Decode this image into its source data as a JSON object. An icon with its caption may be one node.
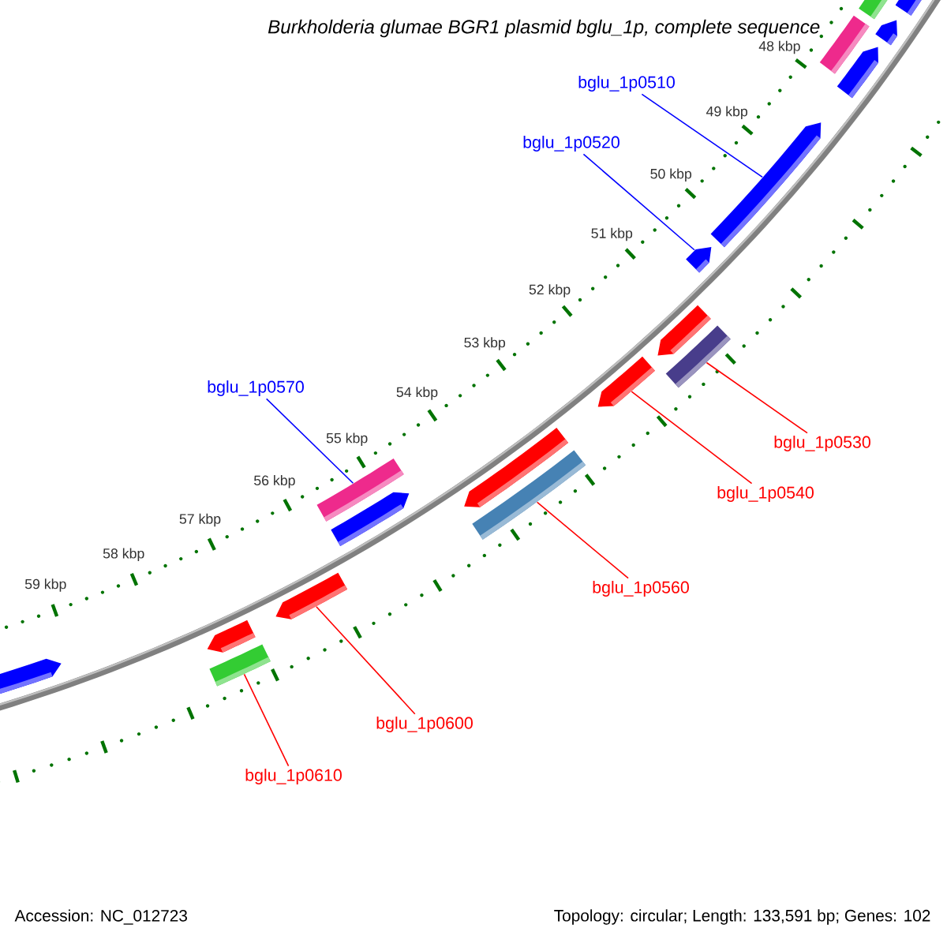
{
  "diagram": {
    "title": "Burkholderia glumae BGR1 plasmid bglu_1p, complete sequence",
    "nodes": [
      {
        "text": [
          "bglu_1p0510"
        ]
      },
      {
        "text": [
          "bglu_1p0520"
        ]
      },
      {
        "text": [
          "bglu_1p0570"
        ]
      },
      {
        "text": [
          "bglu_1p0530"
        ]
      },
      {
        "text": [
          "bglu_1p0540"
        ]
      },
      {
        "text": [
          "bglu_1p0560"
        ]
      },
      {
        "text": [
          "bglu_1p0600"
        ]
      },
      {
        "text": [
          "bglu_1p0610"
        ]
      },
      {
        "text": [],
        "shape": "bar"
      },
      {
        "text": [],
        "shape": "bar"
      },
      {
        "text": [],
        "shape": "bar"
      },
      {
        "text": [],
        "shape": "bar"
      },
      {
        "text": [],
        "shape": "bar"
      },
      {
        "text": [],
        "shape": "bar"
      },
      {
        "text": [],
        "shape": "bar"
      },
      {
        "text": [],
        "shape": "bar"
      },
      {
        "text": [],
        "shape": "bar"
      },
      {
        "text": [],
        "shape": "bar"
      },
      {
        "text": [],
        "shape": "bar"
      },
      {
        "text": [],
        "shape": "bar"
      },
      {
        "text": [],
        "shape": "bar"
      },
      {
        "text": [],
        "shape": "bar"
      },
      {
        "text": [],
        "shape": "bar"
      },
      {
        "text": [],
        "shape": "bar"
      },
      {
        "text": [],
        "shape": "bar"
      },
      {
        "text": [],
        "shape": "bar"
      }
    ],
    "edges": [
      {
        "from": 0,
        "to": 13,
        "arrow": "none",
        "color": "#0000ff"
      },
      {
        "from": 1,
        "to": 14,
        "arrow": "none",
        "color": "#0000ff"
      },
      {
        "from": 2,
        "to": 20,
        "arrow": "none",
        "color": "#0000ff"
      },
      {
        "from": 3,
        "to": 16,
        "arrow": "none"
      },
      {
        "from": 4,
        "to": 17,
        "arrow": "none"
      },
      {
        "from": 5,
        "to": 19,
        "arrow": "none"
      },
      {
        "from": 6,
        "to": 22,
        "arrow": "none"
      },
      {
        "from": 7,
        "to": 24,
        "arrow": "none"
      }
    ],
    "labels": [
      "48 kbp",
      "49 kbp",
      "50 kbp",
      "51 kbp",
      "52 kbp",
      "53 kbp",
      "54 kbp",
      "55 kbp",
      "56 kbp",
      "57 kbp",
      "58 kbp",
      "59 kbp",
      "Accession: NC_012723",
      "Topology: circular; Length: 133,591 bp; Genes: 102"
    ]
  }
}
